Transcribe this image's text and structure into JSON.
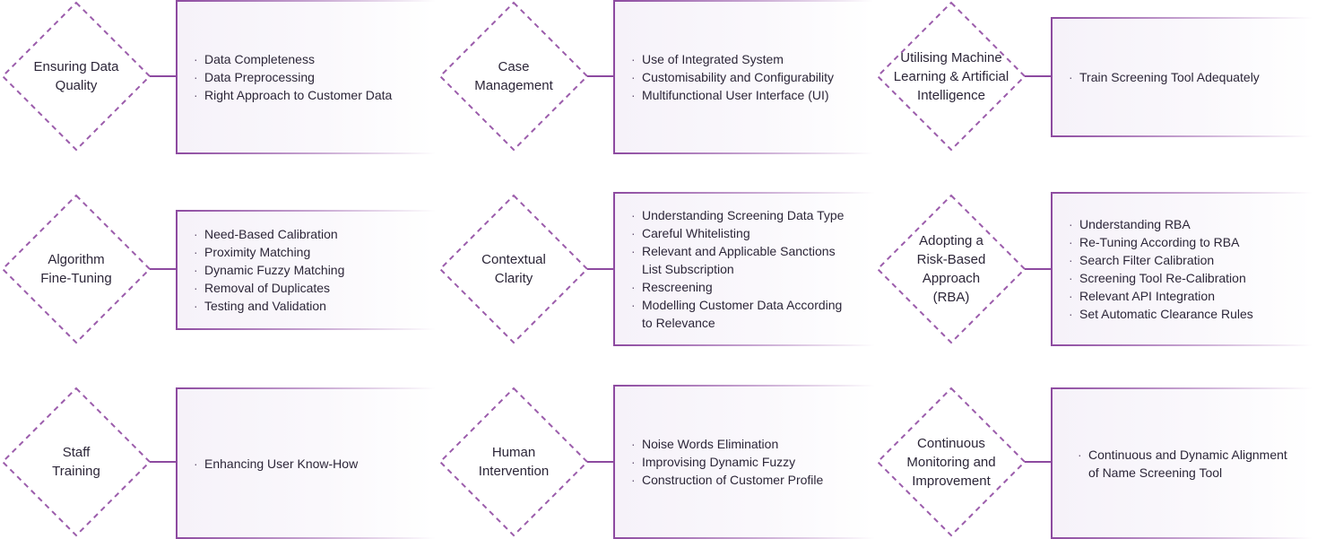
{
  "blocks": [
    {
      "title": "Ensuring Data Quality",
      "items": [
        "Data Completeness",
        "Data Preprocessing",
        "Right Approach to Customer Data"
      ]
    },
    {
      "title": "Case Management",
      "items": [
        "Use of Integrated System",
        "Customisability and Configurability",
        "Multifunctional User Interface (UI)"
      ]
    },
    {
      "title": "Utilising Machine Learning & Artificial Intelligence",
      "items": [
        "Train Screening Tool Adequately"
      ]
    },
    {
      "title": "Algorithm Fine-Tuning",
      "items": [
        "Need-Based Calibration",
        "Proximity Matching",
        "Dynamic Fuzzy Matching",
        "Removal of Duplicates",
        "Testing and Validation"
      ]
    },
    {
      "title": "Contextual Clarity",
      "items": [
        "Understanding Screening Data Type",
        "Careful Whitelisting",
        "Relevant and Applicable Sanctions List Subscription",
        "Rescreening",
        "Modelling Customer Data According to Relevance"
      ]
    },
    {
      "title": "Adopting a Risk-Based Approach (RBA)",
      "items": [
        "Understanding RBA",
        "Re-Tuning According to RBA",
        "Search Filter Calibration",
        "Screening Tool Re-Calibration",
        "Relevant API Integration",
        "Set Automatic Clearance Rules"
      ]
    },
    {
      "title": "Staff Training",
      "items": [
        "Enhancing User Know-How"
      ]
    },
    {
      "title": "Human Intervention",
      "items": [
        "Noise Words Elimination",
        "Improvising Dynamic Fuzzy",
        "Construction of Customer Profile"
      ]
    },
    {
      "title": "Continuous Monitoring and Improvement",
      "items": [
        "Continuous and Dynamic Alignment of Name Screening Tool"
      ]
    }
  ]
}
